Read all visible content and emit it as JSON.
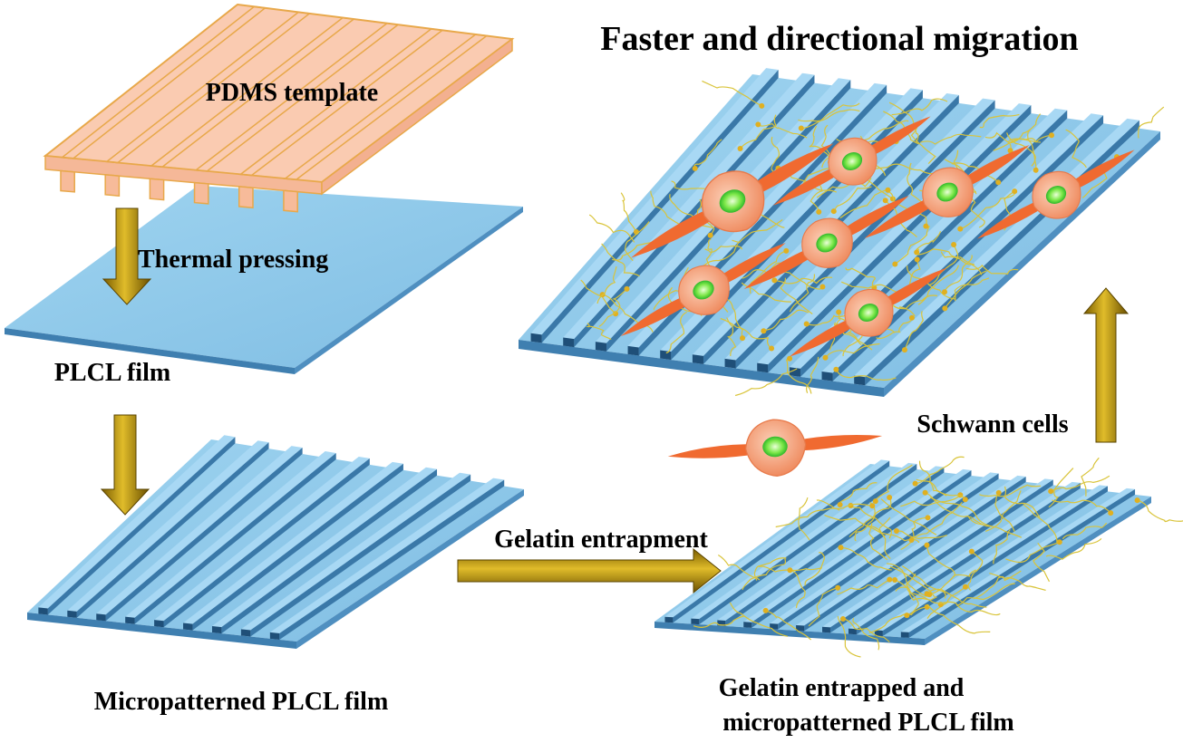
{
  "title": "Faster and directional migration",
  "labels": {
    "pdms_template": "PDMS template",
    "thermal_pressing": "Thermal pressing",
    "plcl_film": "PLCL film",
    "micropatterned_film": "Micropatterned PLCL film",
    "gelatin_entrapment": "Gelatin entrapment",
    "schwann_cells": "Schwann cells",
    "gelatin_film_line1": "Gelatin entrapped and",
    "gelatin_film_line2": "micropatterned PLCL film"
  },
  "colors": {
    "film_top": "#8ec9ea",
    "film_edge": "#3f7fb0",
    "ridge_top": "#9fd3f2",
    "ridge_side": "#2f6f9f",
    "template_fill": "#f9c5a8",
    "template_stroke": "#e8a84a",
    "arrow_gold": "#b08a00",
    "gelatin_fiber": "#d9c43a",
    "cell_body": "#f4a07a",
    "cell_process": "#f06a30",
    "nucleus": "#3fd23a"
  }
}
